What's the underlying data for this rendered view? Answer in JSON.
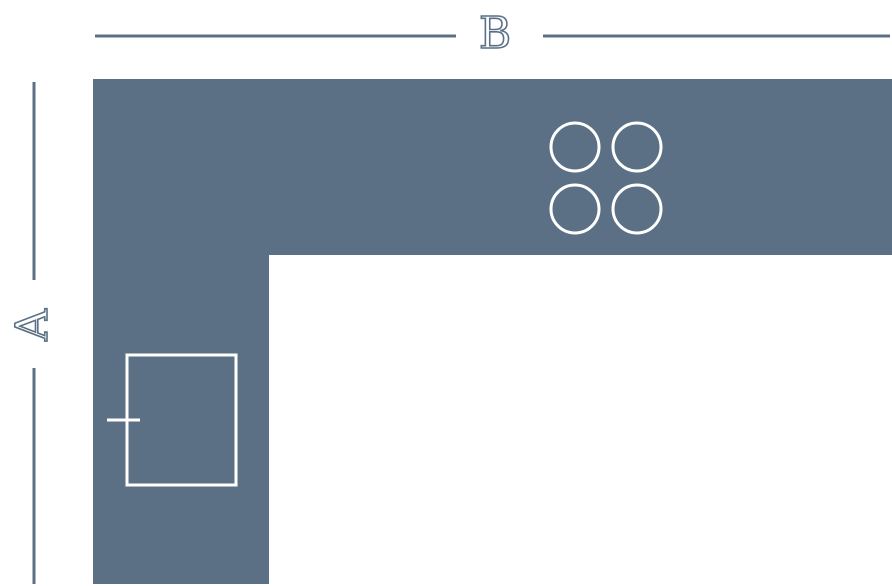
{
  "diagram": {
    "type": "L-shaped kitchen countertop plan",
    "colors": {
      "counter": "#5B7085",
      "dimension_line": "#5B7085",
      "fixture_outline": "#ffffff",
      "background": "#ffffff"
    },
    "dimensions": {
      "horizontal_label": "B",
      "vertical_label": "A"
    },
    "fixtures": {
      "cooktop": {
        "burners": 4
      },
      "sink": {
        "faucet": true
      }
    }
  }
}
